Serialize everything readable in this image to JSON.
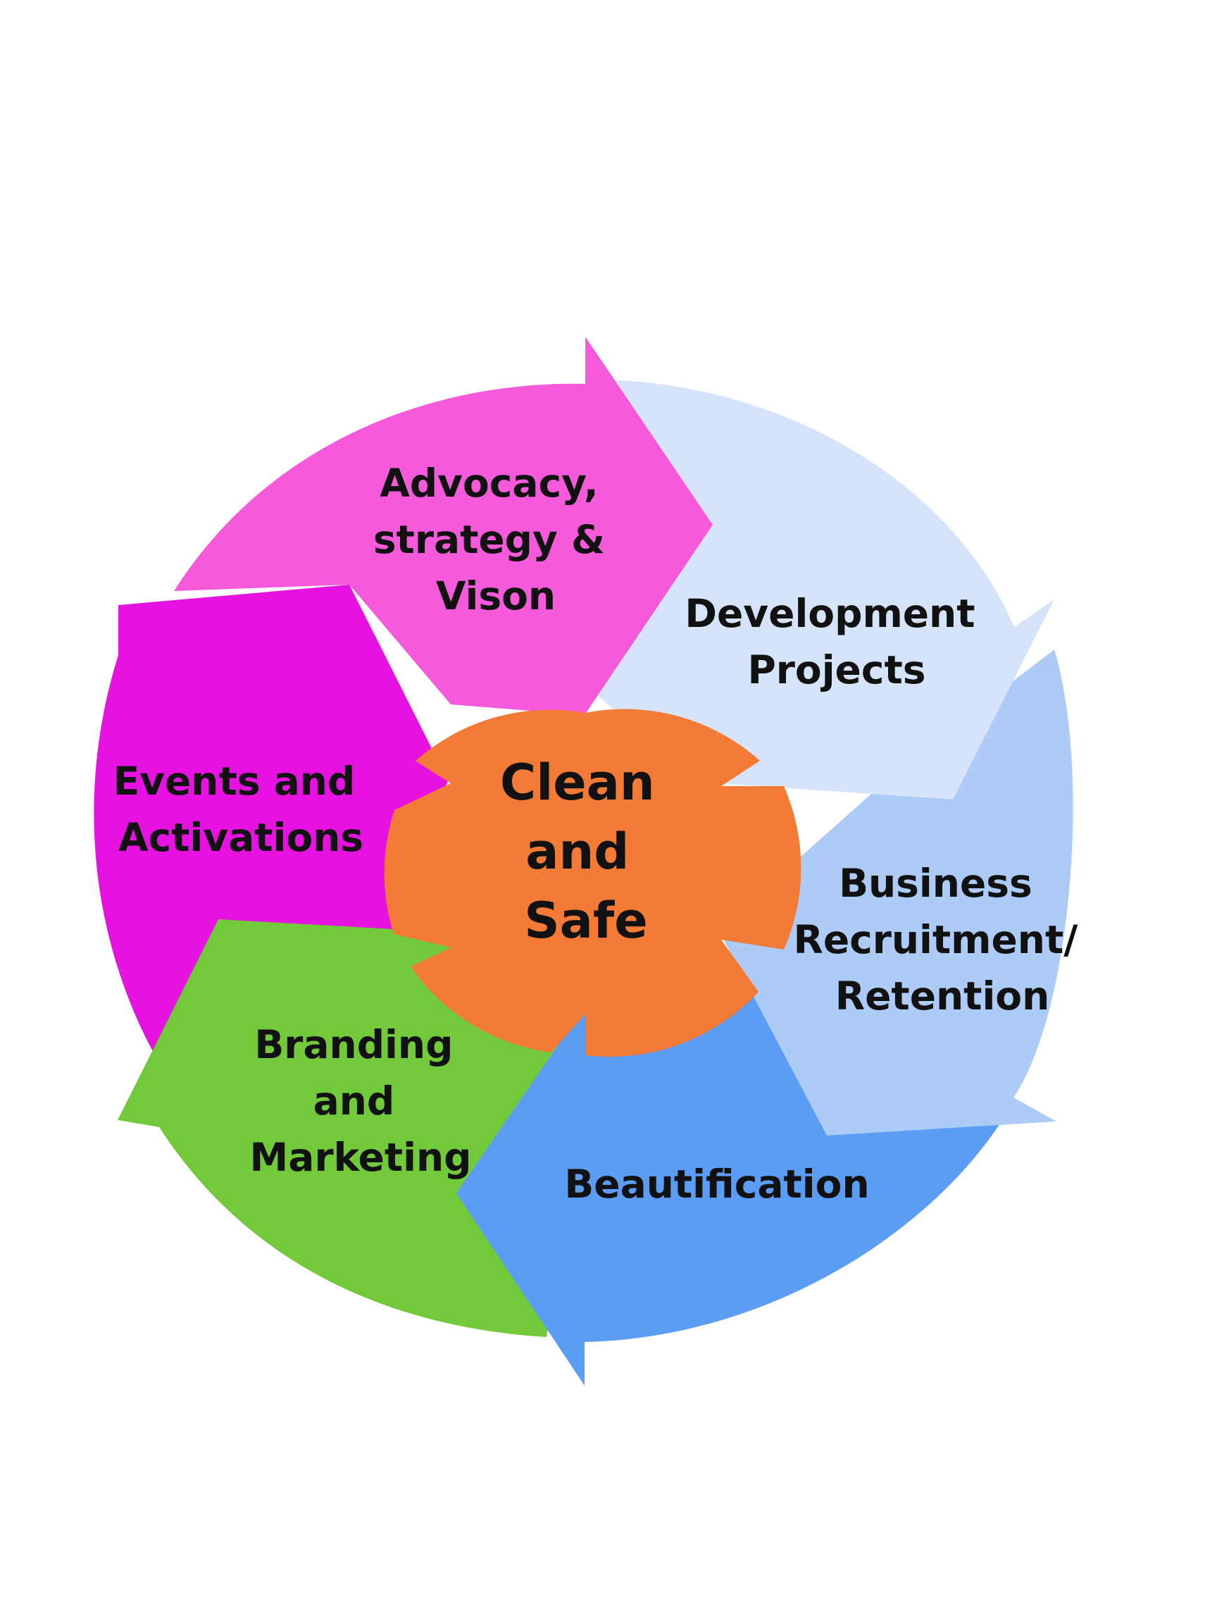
{
  "center": {
    "lines": [
      "Clean",
      "and",
      "Safe"
    ],
    "color": "#F37B36"
  },
  "segments": [
    {
      "id": "advocacy",
      "lines": [
        "Advocacy,",
        "strategy &",
        "Vison"
      ],
      "color": "#F55ADB"
    },
    {
      "id": "development",
      "lines": [
        "Development",
        "Projects"
      ],
      "color": "#D5E4FA"
    },
    {
      "id": "business",
      "lines": [
        "Business",
        "Recruitment/",
        "Retention"
      ],
      "color": "#ADCBF7"
    },
    {
      "id": "beautification",
      "lines": [
        "Beautification"
      ],
      "color": "#5B9CF5"
    },
    {
      "id": "branding",
      "lines": [
        "Branding",
        "and",
        "Marketing"
      ],
      "color": "#72C93A"
    },
    {
      "id": "events",
      "lines": [
        "Events and",
        "Activations"
      ],
      "color": "#E512E0"
    }
  ]
}
